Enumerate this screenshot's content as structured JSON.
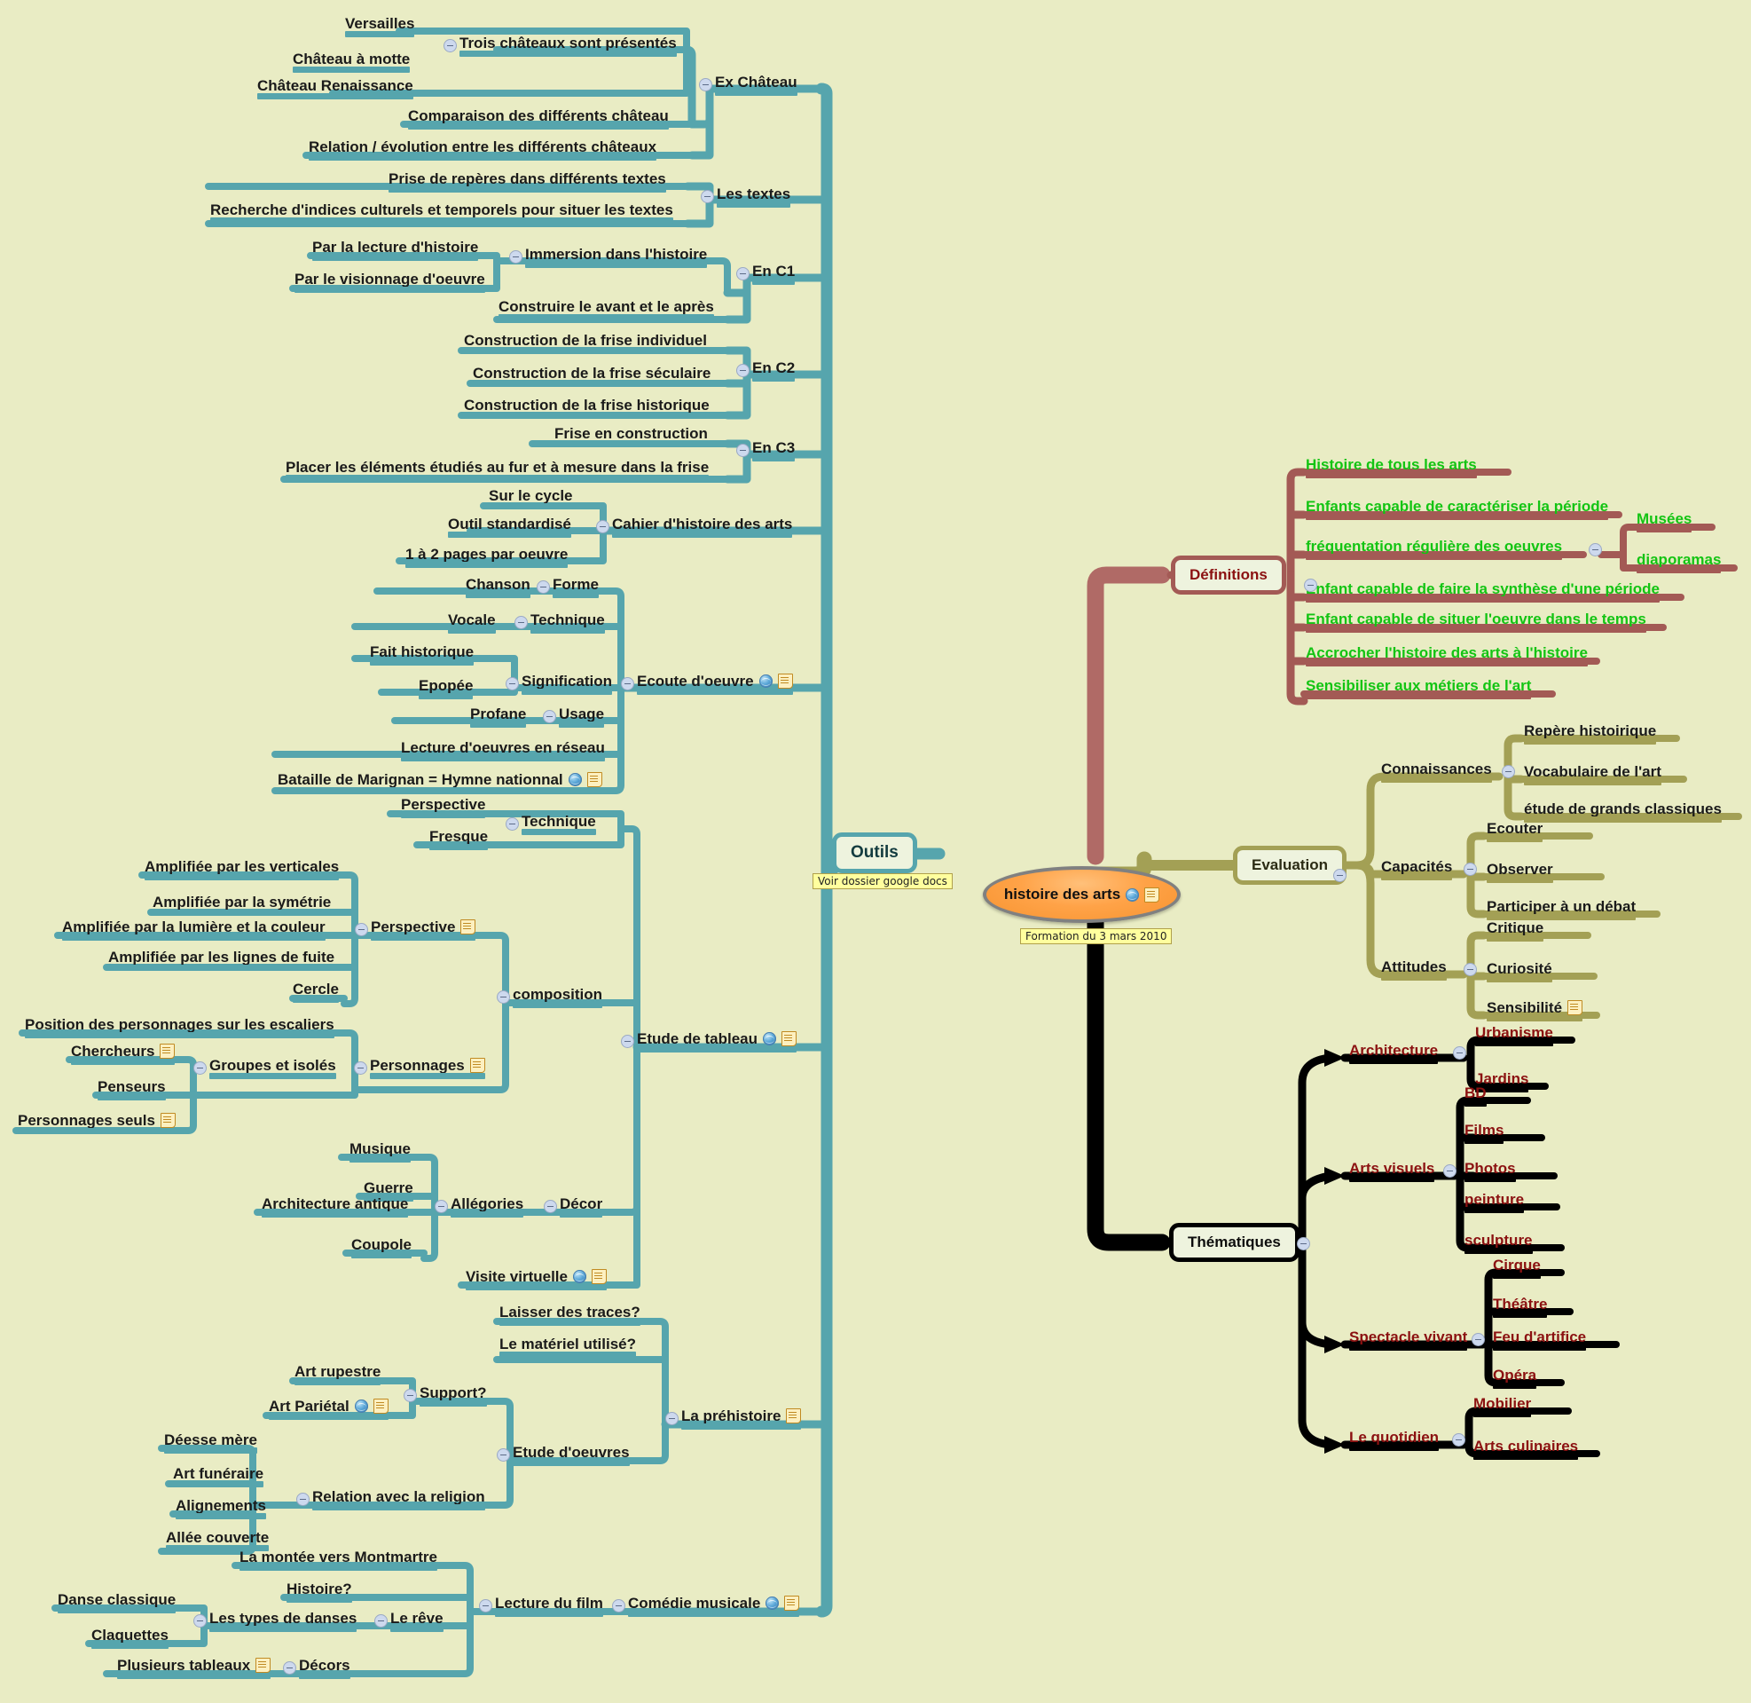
{
  "meta": {
    "bg_color": "#e9ecc4",
    "branch_colors": {
      "outils": "#56a5ad",
      "definitions": "#a35a55",
      "evaluation": "#a3a055",
      "thematiques": "#000000"
    },
    "text_colors": {
      "default": "#1a1a1a",
      "definitions_leaf": "#13c413",
      "thematiques_leaf": "#8b1111"
    }
  },
  "central": {
    "label": "histoire des arts",
    "icons": [
      "globe-icon",
      "note-icon"
    ],
    "note": "Formation du 3 mars 2010"
  },
  "branches": {
    "outils": {
      "label": "Outils",
      "note": "Voir dossier google docs",
      "children": [
        {
          "label": "Ex Château",
          "children": [
            {
              "label": "Trois châteaux sont présentés",
              "children": [
                {
                  "label": "Versailles"
                },
                {
                  "label": "Château à motte"
                },
                {
                  "label": "Château Renaissance"
                }
              ]
            },
            {
              "label": "Comparaison des différents château"
            },
            {
              "label": "Relation / évolution entre les différents châteaux"
            }
          ]
        },
        {
          "label": "Les textes",
          "children": [
            {
              "label": "Prise de repères dans différents textes"
            },
            {
              "label": "Recherche d'indices culturels et temporels pour situer les textes"
            }
          ]
        },
        {
          "label": "En C1",
          "children": [
            {
              "label": "Immersion dans l'histoire",
              "children": [
                {
                  "label": "Par la lecture d'histoire"
                },
                {
                  "label": "Par le visionnage d'oeuvre"
                }
              ]
            },
            {
              "label": "Construire le avant et le après"
            }
          ]
        },
        {
          "label": "En C2",
          "children": [
            {
              "label": "Construction de la frise individuel"
            },
            {
              "label": "Construction de la frise séculaire"
            },
            {
              "label": "Construction de la frise historique"
            }
          ]
        },
        {
          "label": "En C3",
          "children": [
            {
              "label": "Frise en construction"
            },
            {
              "label": "Placer les éléments étudiés au fur et à mesure dans la frise"
            }
          ]
        },
        {
          "label": "Cahier d'histoire des arts",
          "children": [
            {
              "label": "Sur le cycle"
            },
            {
              "label": "Outil standardisé"
            },
            {
              "label": "1 à 2 pages par oeuvre"
            }
          ]
        },
        {
          "label": "Ecoute d'oeuvre",
          "icons": [
            "globe-icon",
            "note-icon"
          ],
          "children": [
            {
              "label": "Forme",
              "children": [
                {
                  "label": "Chanson"
                }
              ]
            },
            {
              "label": "Technique",
              "children": [
                {
                  "label": "Vocale"
                }
              ]
            },
            {
              "label": "Signification",
              "children": [
                {
                  "label": "Fait historique"
                },
                {
                  "label": "Epopée"
                }
              ]
            },
            {
              "label": "Usage",
              "children": [
                {
                  "label": "Profane"
                }
              ]
            },
            {
              "label": "Lecture d'oeuvres en réseau"
            },
            {
              "label": "Bataille de Marignan = Hymne nationnal",
              "icons": [
                "globe-icon",
                "note-icon"
              ]
            }
          ]
        },
        {
          "label": "Etude de tableau",
          "icons": [
            "globe-icon",
            "note-icon"
          ],
          "children": [
            {
              "label": "Technique",
              "children": [
                {
                  "label": "Perspective"
                },
                {
                  "label": "Fresque"
                }
              ]
            },
            {
              "label": "composition",
              "children": [
                {
                  "label": "Perspective",
                  "icons": [
                    "note-icon"
                  ],
                  "children": [
                    {
                      "label": "Amplifiée par les verticales"
                    },
                    {
                      "label": "Amplifiée par la symétrie"
                    },
                    {
                      "label": "Amplifiée par la lumière et la couleur"
                    },
                    {
                      "label": "Amplifiée par les lignes de fuite"
                    },
                    {
                      "label": "Cercle"
                    }
                  ]
                },
                {
                  "label": "Personnages",
                  "icons": [
                    "note-icon"
                  ],
                  "children": [
                    {
                      "label": "Position des personnages sur les escaliers"
                    },
                    {
                      "label": "Groupes et isolés",
                      "children": [
                        {
                          "label": "Chercheurs",
                          "icons": [
                            "note-icon"
                          ]
                        },
                        {
                          "label": "Penseurs"
                        },
                        {
                          "label": "Personnages seuls",
                          "icons": [
                            "note-icon"
                          ]
                        }
                      ]
                    }
                  ]
                }
              ]
            },
            {
              "label": "Décor",
              "children": [
                {
                  "label": "Allégories",
                  "children": [
                    {
                      "label": "Musique"
                    },
                    {
                      "label": "Guerre"
                    },
                    {
                      "label": "Architecture antique"
                    },
                    {
                      "label": "Coupole"
                    }
                  ]
                }
              ]
            },
            {
              "label": "Visite virtuelle",
              "icons": [
                "globe-icon",
                "note-icon"
              ]
            }
          ]
        },
        {
          "label": "La préhistoire",
          "icons": [
            "note-icon"
          ],
          "children": [
            {
              "label": "Laisser des traces?"
            },
            {
              "label": "Le matériel utilisé?"
            },
            {
              "label": "Etude d'oeuvres",
              "children": [
                {
                  "label": "Support?",
                  "children": [
                    {
                      "label": "Art rupestre"
                    },
                    {
                      "label": "Art Pariétal",
                      "icons": [
                        "globe-icon",
                        "note-icon"
                      ]
                    }
                  ]
                },
                {
                  "label": "Relation avec la religion",
                  "children": [
                    {
                      "label": "Déesse mère"
                    },
                    {
                      "label": "Art funéraire"
                    },
                    {
                      "label": "Alignements"
                    },
                    {
                      "label": "Allée couverte"
                    }
                  ]
                }
              ]
            }
          ]
        },
        {
          "label": "Comédie musicale",
          "icons": [
            "globe-icon",
            "note-icon"
          ],
          "children": [
            {
              "label": "Lecture du film",
              "children": [
                {
                  "label": "Le rêve",
                  "children": [
                    {
                      "label": "La montée vers Montmartre"
                    },
                    {
                      "label": "Histoire?"
                    },
                    {
                      "label": "Les types de danses",
                      "children": [
                        {
                          "label": "Danse classique"
                        },
                        {
                          "label": "Claquettes"
                        }
                      ]
                    },
                    {
                      "label": "Décors",
                      "children": [
                        {
                          "label": "Plusieurs tableaux",
                          "icons": [
                            "note-icon"
                          ]
                        }
                      ]
                    }
                  ]
                }
              ]
            }
          ]
        }
      ]
    },
    "definitions": {
      "label": "Définitions",
      "children": [
        {
          "label": "Histoire de tous les arts"
        },
        {
          "label": "Enfants capable de caractériser la période"
        },
        {
          "label": "fréquentation régulière des oeuvres",
          "children": [
            {
              "label": "Musées"
            },
            {
              "label": "diaporamas"
            }
          ]
        },
        {
          "label": "Enfant capable de faire la synthèse d'une période"
        },
        {
          "label": "Enfant capable de situer l'oeuvre dans le temps"
        },
        {
          "label": "Accrocher l'histoire des arts à l'histoire"
        },
        {
          "label": "Sensibiliser aux métiers de l'art"
        }
      ]
    },
    "evaluation": {
      "label": "Evaluation",
      "children": [
        {
          "label": "Connaissances",
          "children": [
            {
              "label": "Repère histoirique"
            },
            {
              "label": "Vocabulaire de l'art"
            },
            {
              "label": "étude de grands classiques"
            }
          ]
        },
        {
          "label": "Capacités",
          "children": [
            {
              "label": "Ecouter"
            },
            {
              "label": "Observer"
            },
            {
              "label": "Participer à un débat"
            }
          ]
        },
        {
          "label": "Attitudes",
          "children": [
            {
              "label": "Critique"
            },
            {
              "label": "Curiosité"
            },
            {
              "label": "Sensibilité",
              "icons": [
                "note-icon"
              ]
            }
          ]
        }
      ]
    },
    "thematiques": {
      "label": "Thématiques",
      "children": [
        {
          "label": "Architecture",
          "children": [
            {
              "label": "Urbanisme"
            },
            {
              "label": "Jardins"
            }
          ]
        },
        {
          "label": "Arts visuels",
          "children": [
            {
              "label": "BD"
            },
            {
              "label": "Films"
            },
            {
              "label": "Photos"
            },
            {
              "label": "peinture"
            },
            {
              "label": "sculpture"
            }
          ]
        },
        {
          "label": "Spectacle vivant",
          "children": [
            {
              "label": "Cirque"
            },
            {
              "label": "Théâtre"
            },
            {
              "label": "Feu d'artifice"
            },
            {
              "label": "Opéra"
            }
          ]
        },
        {
          "label": "Le quotidien",
          "children": [
            {
              "label": "Mobilier"
            },
            {
              "label": "Arts culinaires"
            }
          ]
        }
      ]
    }
  }
}
